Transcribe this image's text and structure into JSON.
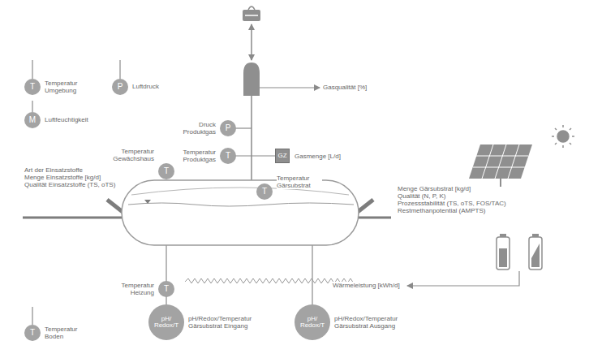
{
  "diagram": {
    "nodes": [
      {
        "text": [
          "T",
          "Temperatur Umgebung"
        ]
      },
      {
        "text": [
          "P",
          "Luftdruck"
        ]
      },
      {
        "text": [
          "M",
          "Luftfeuchtigkeit"
        ]
      },
      {
        "text": [
          "P",
          "Druck Produktgas"
        ]
      },
      {
        "text": [
          "T",
          "Temperatur Produktgas"
        ]
      },
      {
        "text": [
          "GZ",
          "Gasmenge [L/d]"
        ]
      },
      {
        "text": [
          "T",
          "Temperatur Gewächshaus"
        ]
      },
      {
        "text": [
          "T",
          "Temperatur Gärsubstrat"
        ]
      },
      {
        "text": [
          "T",
          "Temperatur Heizung"
        ]
      },
      {
        "text": [
          "T",
          "Temperatur Boden"
        ]
      },
      {
        "text": [
          "pH/ Redox/T",
          "pH/Redox/Temperatur Gärsubstrat Eingang"
        ]
      },
      {
        "text": [
          "pH/ Redox/T",
          "pH/Redox/Temperatur Gärsubstrat Ausgang"
        ]
      }
    ],
    "labels": [
      "Gasqualität [%]",
      "Art der Einsatzstoffe",
      "Menge Einsatzstoffe [kg/d]",
      "Qualität Einsatzstoffe (TS, oTS)",
      "Menge Gärsubstrat [kg/d]",
      "Qualität (N, P, K)",
      "Prozessstabilität (TS, oTS, FOS/TAC)",
      "Restmethanpotential (AMPTS)",
      "Wärmeleistung [kWh/d]"
    ]
  }
}
